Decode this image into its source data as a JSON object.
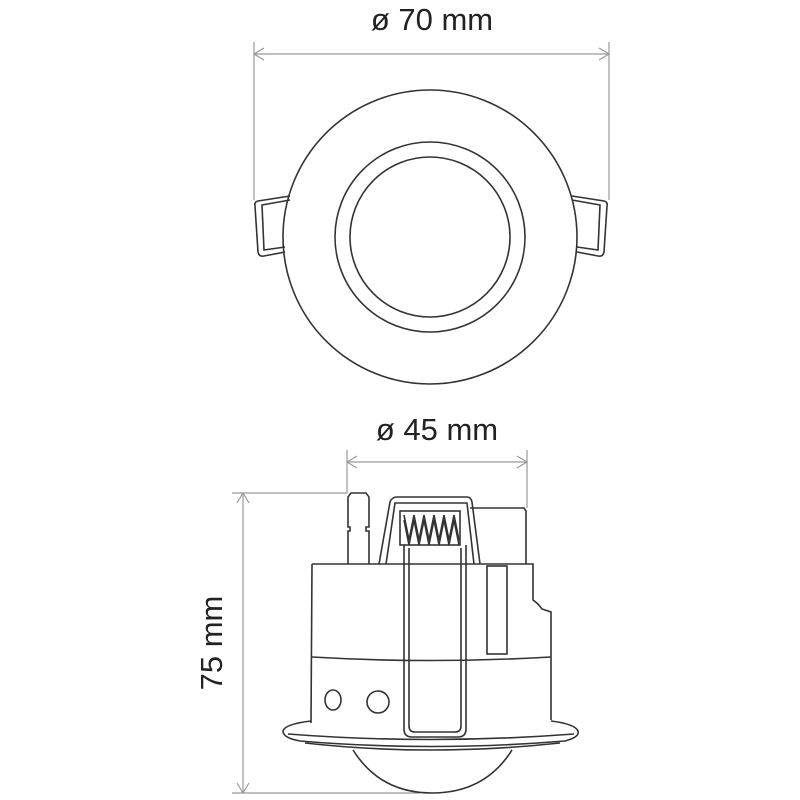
{
  "labels": {
    "top_diameter": "ø 70 mm",
    "bottom_diameter": "ø 45 mm",
    "height": "75 mm"
  }
}
